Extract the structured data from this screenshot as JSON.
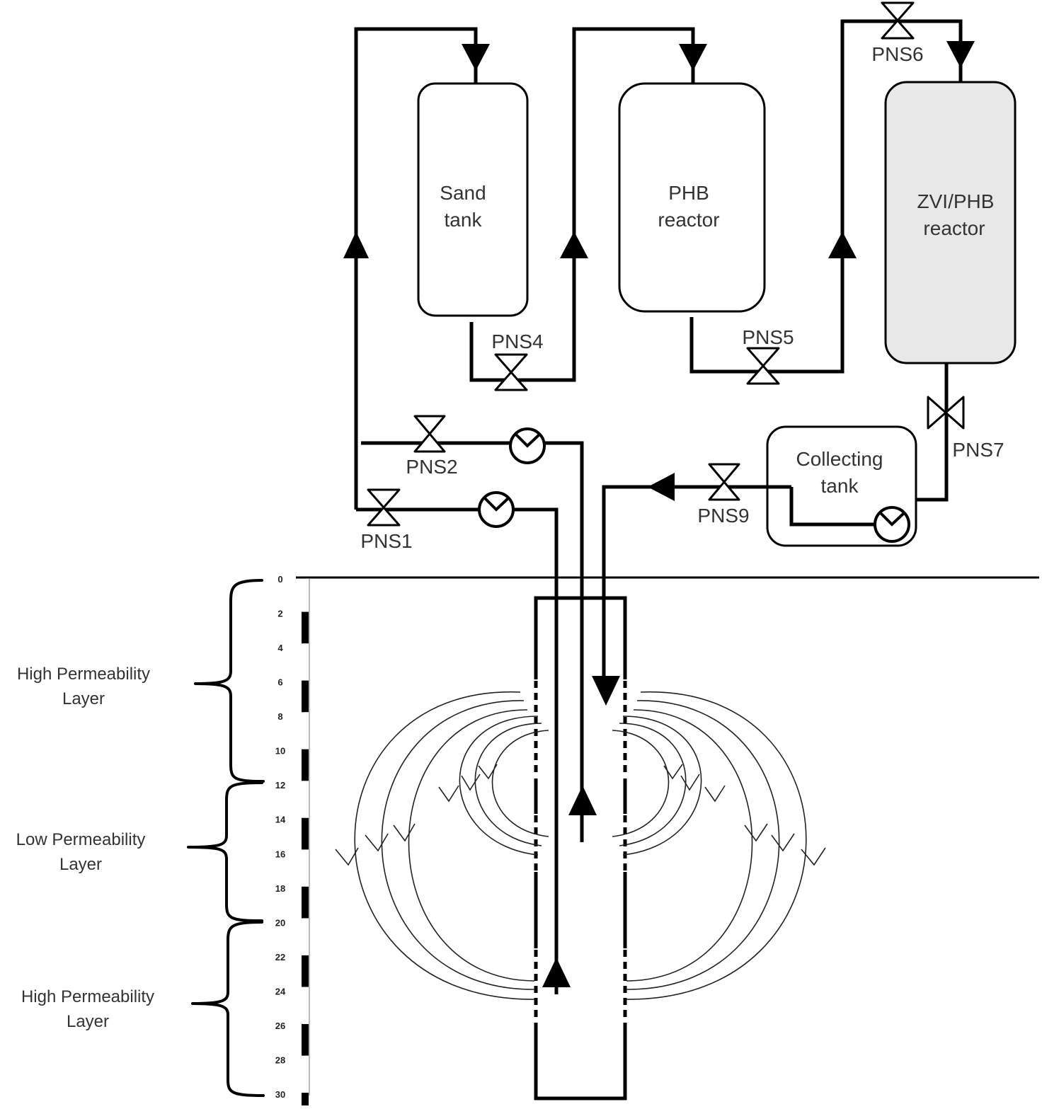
{
  "tanks": {
    "sand": {
      "line1": "Sand",
      "line2": "tank"
    },
    "phb": {
      "line1": "PHB",
      "line2": "reactor"
    },
    "zvi": {
      "line1": "ZVI/PHB",
      "line2": "reactor"
    },
    "collecting": {
      "line1": "Collecting",
      "line2": "tank"
    }
  },
  "valves": {
    "pns1": "PNS1",
    "pns2": "PNS2",
    "pns4": "PNS4",
    "pns5": "PNS5",
    "pns6": "PNS6",
    "pns7": "PNS7",
    "pns9": "PNS9"
  },
  "layers": {
    "top": {
      "line1": "High Permeability",
      "line2": "Layer"
    },
    "middle": {
      "line1": "Low Permeability",
      "line2": "Layer"
    },
    "bottom": {
      "line1": "High Permeability",
      "line2": "Layer"
    }
  },
  "depth_scale": {
    "ticks": [
      "0",
      "2",
      "4",
      "6",
      "8",
      "10",
      "12",
      "14",
      "16",
      "18",
      "20",
      "22",
      "24",
      "26",
      "28",
      "30"
    ]
  },
  "colors": {
    "line": "#000000",
    "zvi_fill": "#e8e8e8",
    "tank_fill": "#ffffff"
  }
}
